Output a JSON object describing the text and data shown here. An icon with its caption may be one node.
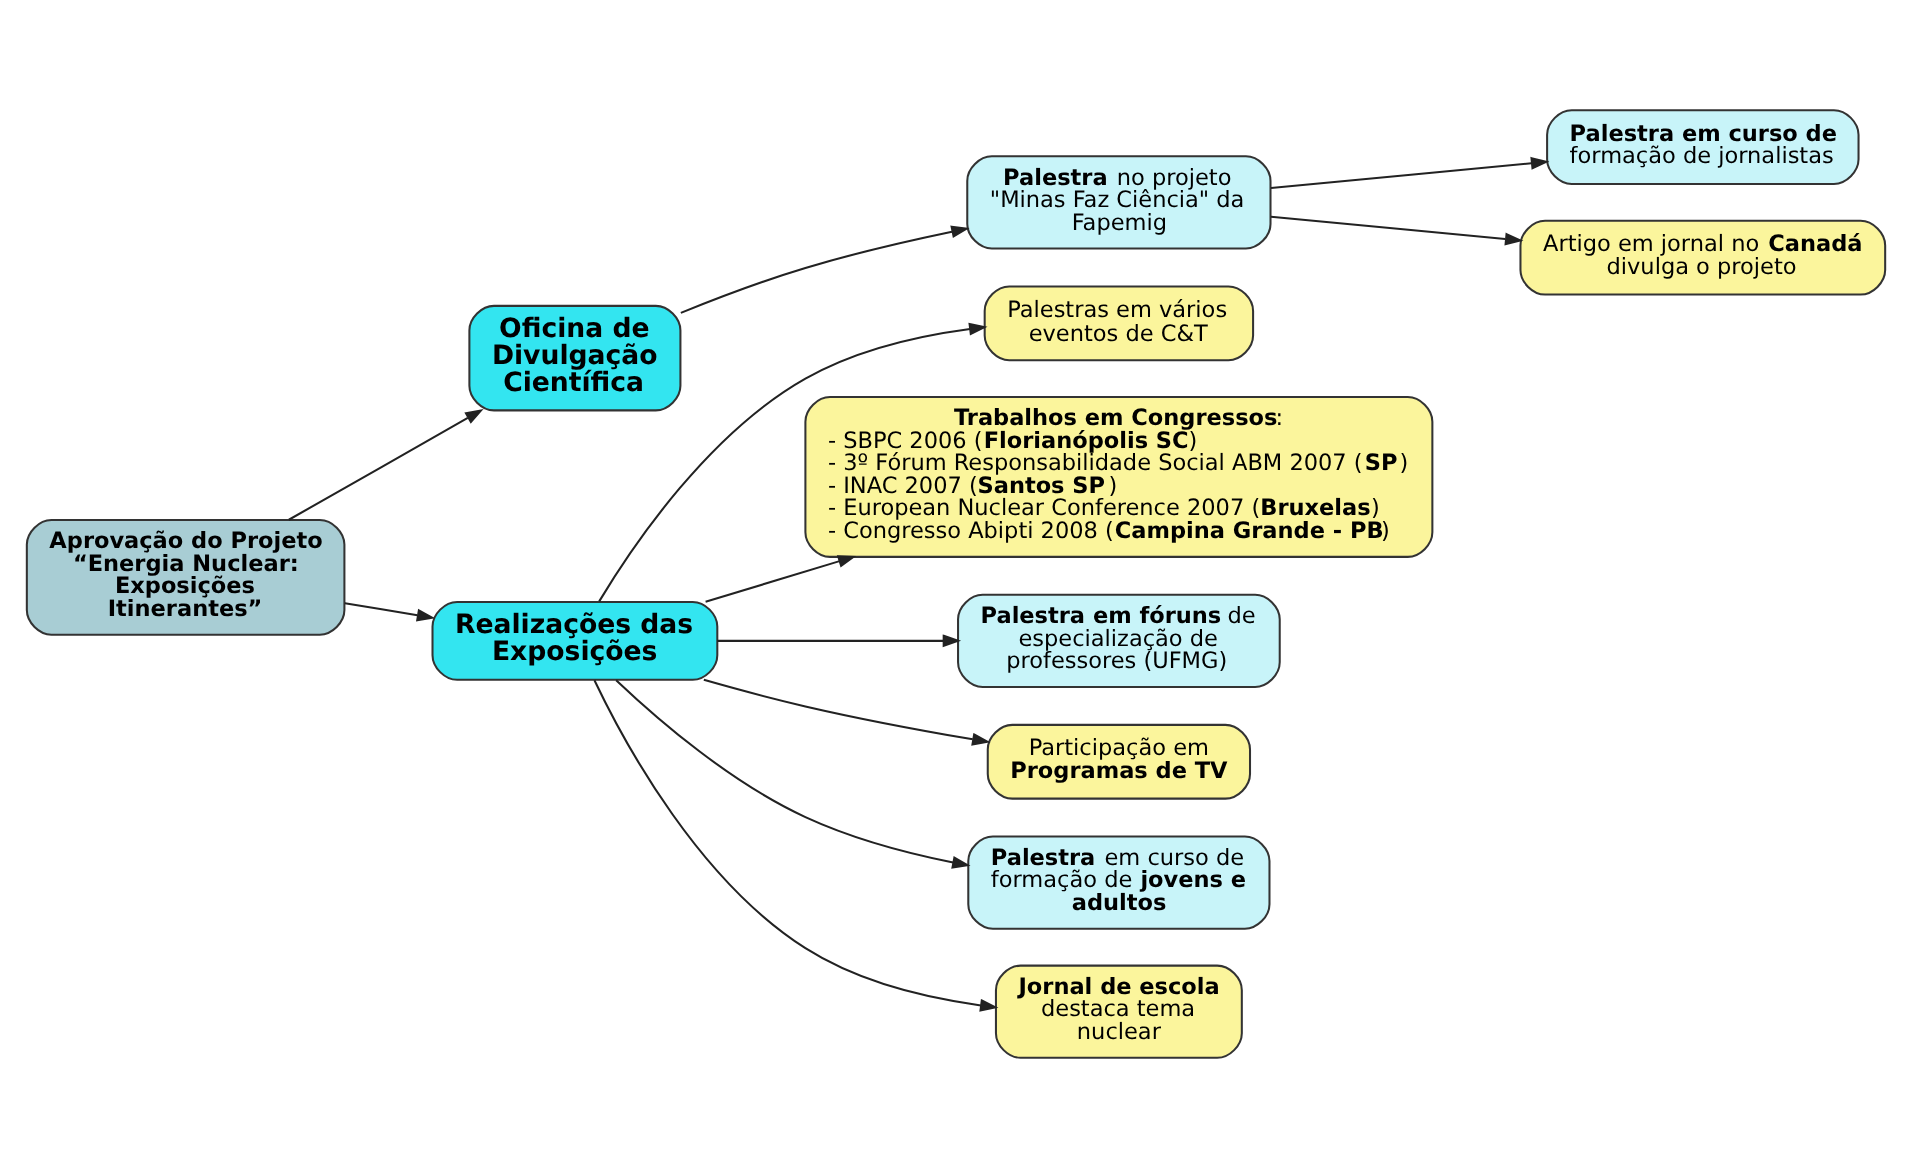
{
  "diagram": {
    "nodes": [
      {
        "text": [
          "Aprovação do Projeto “Energia Nuclear: Exposições Itinerantes”"
        ]
      },
      {
        "text": [
          "Oficina de Divulgação Científica"
        ]
      },
      {
        "text": [
          "**Palestra** no projeto \"Minas Faz Ciência\" da Fapemig"
        ]
      },
      {
        "text": [
          "Realizações das Exposições"
        ]
      },
      {
        "text": [
          "**Palestra em curso de** formação de jornalistas"
        ]
      },
      {
        "text": [
          "Artigo em jornal no **Canadá** divulga o projeto"
        ]
      },
      {
        "text": [
          "Palestras em vários eventos de C&T"
        ]
      },
      {
        "text": [
          "**Trabalhos em Congressos**:",
          "- SBPC 2006 (**Florianópolis SC**)",
          "- 3º Fórum Responsabilidade Social ABM 2007 (**SP**)",
          "- INAC 2007 (**Santos SP**)",
          "- European Nuclear Conference 2007 (**Bruxelas**)",
          "- Congresso Abipti 2008 (**Campina Grande - PB**)"
        ]
      },
      {
        "text": [
          "**Palestra em fóruns** de especialização de professores (UFMG)"
        ]
      },
      {
        "text": [
          "Participação em **Programas de TV**"
        ]
      },
      {
        "text": [
          "**Palestra** em curso de formação de **jovens e adultos**"
        ]
      },
      {
        "text": [
          "**Jornal de escola** destaca tema nuclear"
        ]
      }
    ],
    "edges": [
      {
        "from": 0,
        "to": 1,
        "arrow": "to"
      },
      {
        "from": 0,
        "to": 3,
        "arrow": "to"
      },
      {
        "from": 1,
        "to": 2,
        "arrow": "to"
      },
      {
        "from": 2,
        "to": 4,
        "arrow": "to"
      },
      {
        "from": 2,
        "to": 5,
        "arrow": "to"
      },
      {
        "from": 3,
        "to": 6,
        "arrow": "to"
      },
      {
        "from": 3,
        "to": 7,
        "arrow": "to"
      },
      {
        "from": 3,
        "to": 11,
        "arrow": "to"
      },
      {
        "from": 3,
        "to": 9,
        "arrow": "to"
      },
      {
        "from": 3,
        "to": 8,
        "arrow": "to"
      },
      {
        "from": 3,
        "to": 10,
        "arrow": "to"
      }
    ]
  }
}
